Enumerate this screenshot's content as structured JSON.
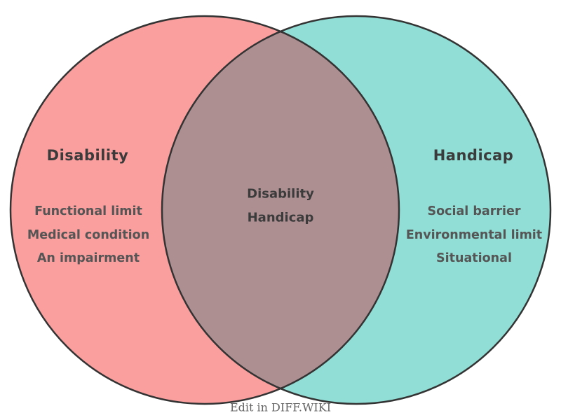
{
  "diagram": {
    "type": "venn",
    "left_set": {
      "title": "Disability",
      "items": [
        "Functional limit",
        "Medical condition",
        "An impairment"
      ],
      "fill_color": "#FA9E9E"
    },
    "right_set": {
      "title": "Handicap",
      "items": [
        "Social barrier",
        "Environmental limit",
        "Situational"
      ],
      "fill_color": "#90DED5"
    },
    "overlap": {
      "items": [
        "Disability",
        "Handicap"
      ],
      "fill_color": "#AD8F92"
    },
    "outline_color": "#333333",
    "background_color": "#ffffff",
    "footer_label": "Edit in DIFF.WIKI"
  }
}
